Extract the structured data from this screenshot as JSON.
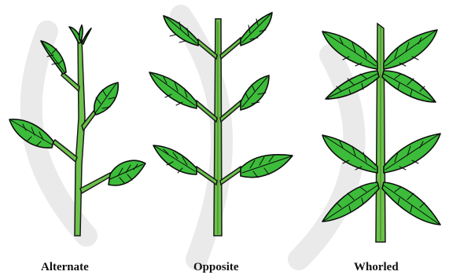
{
  "labels": {
    "alternate": "Alternate",
    "opposite": "Opposite",
    "whorled": "Whorled"
  },
  "colors": {
    "leaf_fill": "#3cbc3a",
    "stem_fill": "#6cc24a",
    "outline": "#0d0d0d",
    "background": "#ffffff"
  }
}
